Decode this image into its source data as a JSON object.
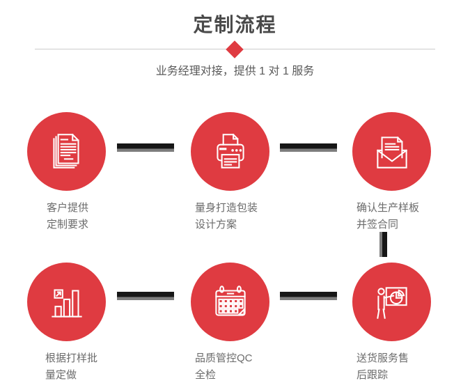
{
  "page": {
    "title": "定制流程",
    "subtitle": "业务经理对接，提供 1 对 1 服务"
  },
  "colors": {
    "accent_red": "#df3b41",
    "connector_black": "#161616",
    "connector_gray": "#7d7d7d",
    "divider_gray": "#cccccc",
    "title_color": "#4a4a4a",
    "caption_color": "#6b6b6b",
    "icon_stroke": "#ffffff"
  },
  "steps": [
    {
      "icon": "documents-icon",
      "line1": "客户提供",
      "line2": "定制要求"
    },
    {
      "icon": "printer-icon",
      "line1": "量身打造包装",
      "line2": "设计方案"
    },
    {
      "icon": "envelope-icon",
      "line1": "确认生产样板",
      "line2": "并签合同"
    },
    {
      "icon": "bar-chart-icon",
      "line1": "根据打样批",
      "line2": "量定做"
    },
    {
      "icon": "calendar-icon",
      "line1": "品质管控QC",
      "line2": "全检"
    },
    {
      "icon": "presentation-icon",
      "line1": "送货服务售",
      "line2": "后跟踪"
    }
  ]
}
